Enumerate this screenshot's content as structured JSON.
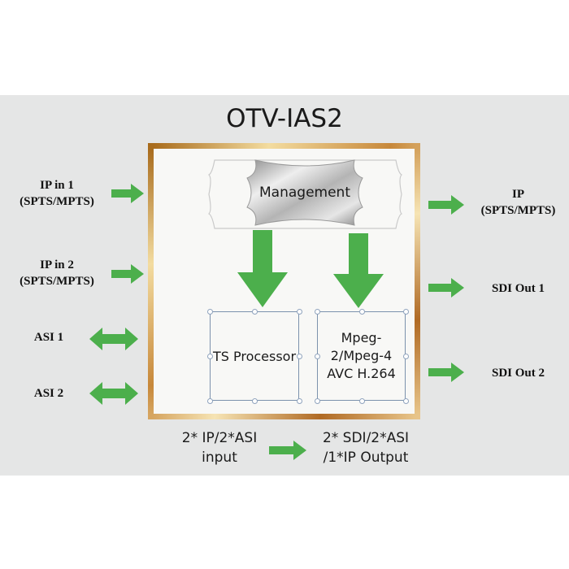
{
  "title": "OTV-IAS2",
  "management": {
    "label": "Management"
  },
  "ts_processor": {
    "label": "TS Processor"
  },
  "encoder": {
    "line1": "Mpeg-",
    "line2": "2/Mpeg-4",
    "line3": "AVC H.264"
  },
  "inputs": [
    {
      "line1": "IP in 1",
      "line2": "(SPTS/MPTS)"
    },
    {
      "line1": "IP in 2",
      "line2": "(SPTS/MPTS)"
    },
    {
      "line1": "ASI 1"
    },
    {
      "line1": "ASI 2"
    }
  ],
  "outputs": [
    {
      "line1": "IP",
      "line2": "(SPTS/MPTS)"
    },
    {
      "line1": "SDI Out 1"
    },
    {
      "line1": "SDI Out 2"
    }
  ],
  "footer": {
    "input_line1": "2* IP/2*ASI",
    "input_line2": "input",
    "output_line1": "2* SDI/2*ASI",
    "output_line2": "/1*IP Output"
  },
  "colors": {
    "arrow": "#4caf4c",
    "panel": "#e5e6e6",
    "frame": "#c98a3a",
    "box_border": "#7c92ad"
  }
}
